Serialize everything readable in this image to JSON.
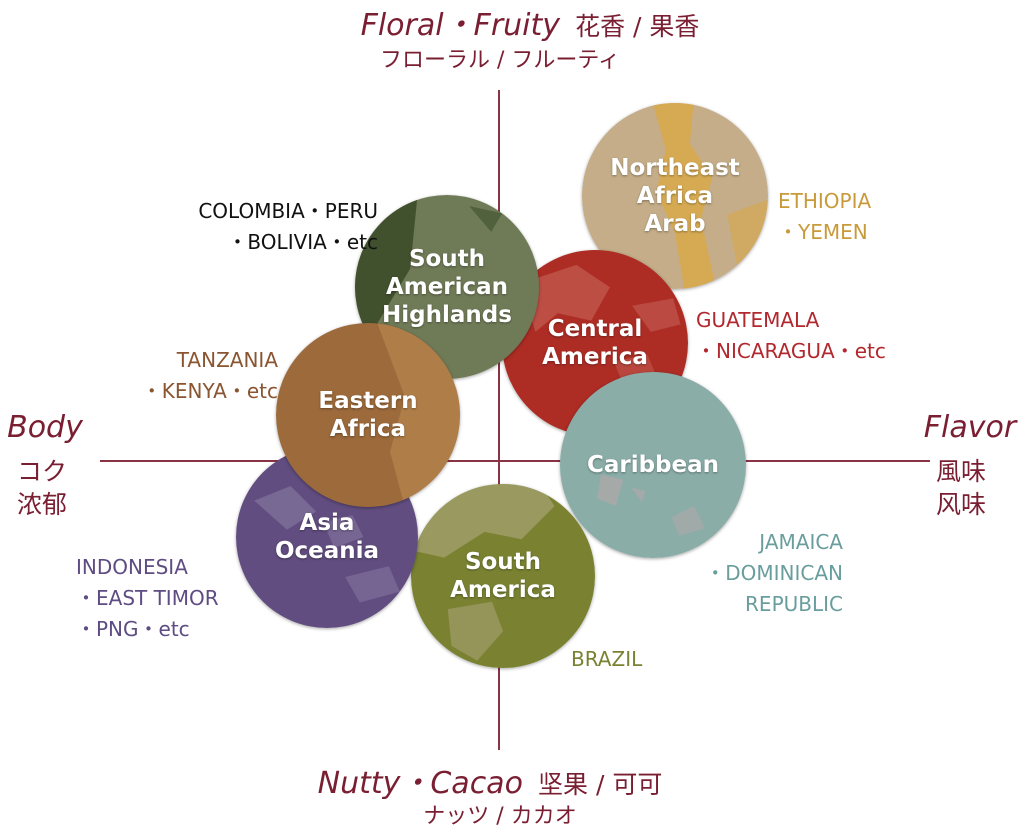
{
  "axes": {
    "top": {
      "en": "Floral・Fruity",
      "zh": "花香 / 果香",
      "ja": "フローラル / フルーティ"
    },
    "bottom": {
      "en": "Nutty・Cacao",
      "zh": "坚果 / 可可",
      "ja": "ナッツ / カカオ"
    },
    "left": {
      "en": "Body",
      "ja": "コク",
      "zh": "浓郁"
    },
    "right": {
      "en": "Flavor",
      "ja": "風味",
      "zh": "风味"
    }
  },
  "regions": [
    {
      "name": "Northeast\nAfrica\nArab",
      "color": "#c4ad88",
      "accent": "#d9a94a",
      "countries": "ETHIOPIA\n・YEMEN",
      "country_color": "#c99a3a"
    },
    {
      "name": "South\nAmerican\nHighlands",
      "color": "#6f7a57",
      "accent": "#3e4f2c",
      "countries": "COLOMBIA・PERU\n・BOLIVIA・etc",
      "country_color": "#111111"
    },
    {
      "name": "Central\nAmerica",
      "color": "#ad2d25",
      "accent": "#c1594f",
      "countries": "GUATEMALA\n・NICARAGUA・etc",
      "country_color": "#b2282e"
    },
    {
      "name": "Eastern\nAfrica",
      "color": "#9c6a3b",
      "accent": "#b8864e",
      "countries": "TANZANIA\n・KENYA・etc",
      "country_color": "#8a5530"
    },
    {
      "name": "Caribbean",
      "color": "#8aada8",
      "accent": "#a9a9a9",
      "countries": "JAMAICA\n・DOMINICAN REPUBLIC",
      "country_color": "#6a9d9d"
    },
    {
      "name": "Asia\nOceania",
      "color": "#614d7f",
      "accent": "#7d6d98",
      "countries": "INDONESIA\n・EAST TIMOR\n・PNG・etc",
      "country_color": "#5e4c82"
    },
    {
      "name": "South\nAmerica",
      "color": "#7a8232",
      "accent": "#a4a070",
      "countries": "BRAZIL",
      "country_color": "#7a8232"
    }
  ]
}
